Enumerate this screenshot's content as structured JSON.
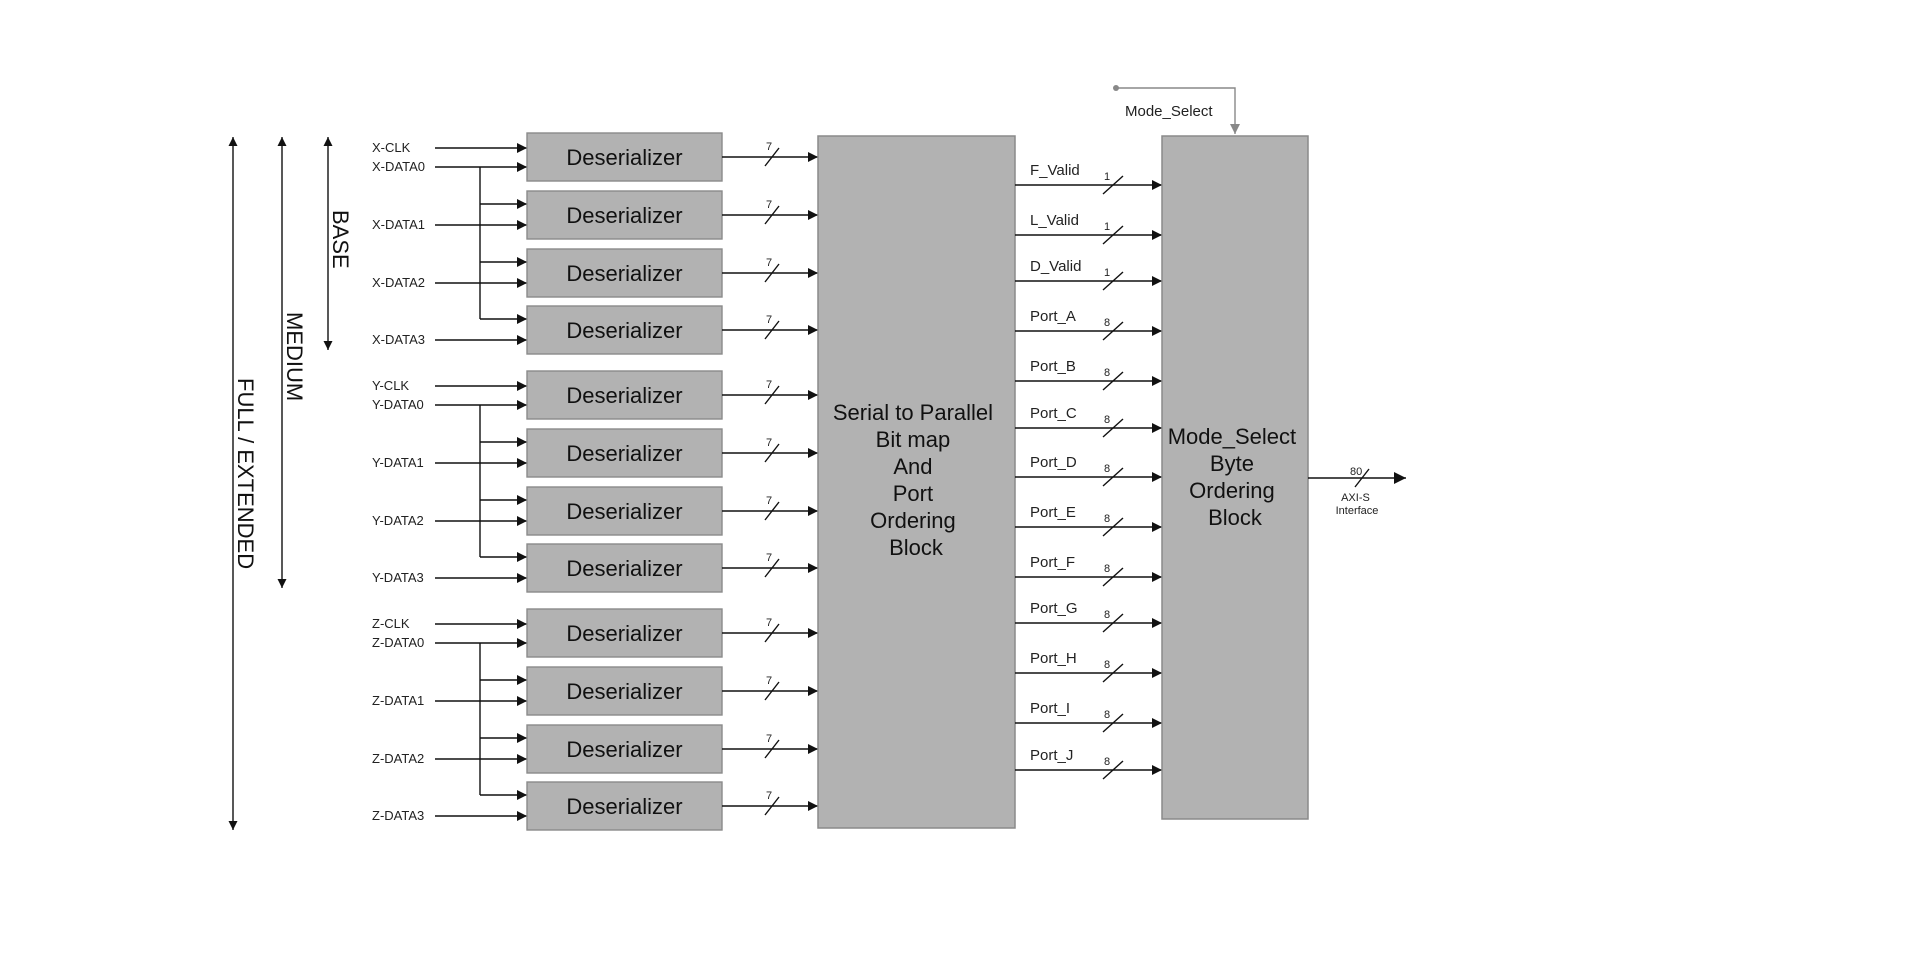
{
  "scope_labels": [
    "BASE",
    "MEDIUM",
    "FULL / EXTENDED"
  ],
  "mode_select_input": "Mode_Select",
  "deserializer_label": "Deserializer",
  "deserializer_bus_width": "7",
  "groups": [
    {
      "clk": "X-CLK",
      "data": [
        "X-DATA0",
        "X-DATA1",
        "X-DATA2",
        "X-DATA3"
      ]
    },
    {
      "clk": "Y-CLK",
      "data": [
        "Y-DATA0",
        "Y-DATA1",
        "Y-DATA2",
        "Y-DATA3"
      ]
    },
    {
      "clk": "Z-CLK",
      "data": [
        "Z-DATA0",
        "Z-DATA1",
        "Z-DATA2",
        "Z-DATA3"
      ]
    }
  ],
  "serial_block_lines": [
    "Serial to Parallel",
    "Bit map",
    "And",
    "Port",
    "Ordering",
    "Block"
  ],
  "mode_block_lines": [
    "Mode_Select",
    "Byte",
    "Ordering",
    "Block"
  ],
  "ports": [
    {
      "name": "F_Valid",
      "width": "1"
    },
    {
      "name": "L_Valid",
      "width": "1"
    },
    {
      "name": "D_Valid",
      "width": "1"
    },
    {
      "name": "Port_A",
      "width": "8"
    },
    {
      "name": "Port_B",
      "width": "8"
    },
    {
      "name": "Port_C",
      "width": "8"
    },
    {
      "name": "Port_D",
      "width": "8"
    },
    {
      "name": "Port_E",
      "width": "8"
    },
    {
      "name": "Port_F",
      "width": "8"
    },
    {
      "name": "Port_G",
      "width": "8"
    },
    {
      "name": "Port_H",
      "width": "8"
    },
    {
      "name": "Port_I",
      "width": "8"
    },
    {
      "name": "Port_J",
      "width": "8"
    }
  ],
  "output": {
    "width": "80",
    "label_lines": [
      "AXI-S",
      "Interface"
    ]
  },
  "colors": {
    "block_fill": "#b2b2b2",
    "block_stroke": "#8a8a8a",
    "line": "#111111",
    "mode_line": "#888888"
  }
}
